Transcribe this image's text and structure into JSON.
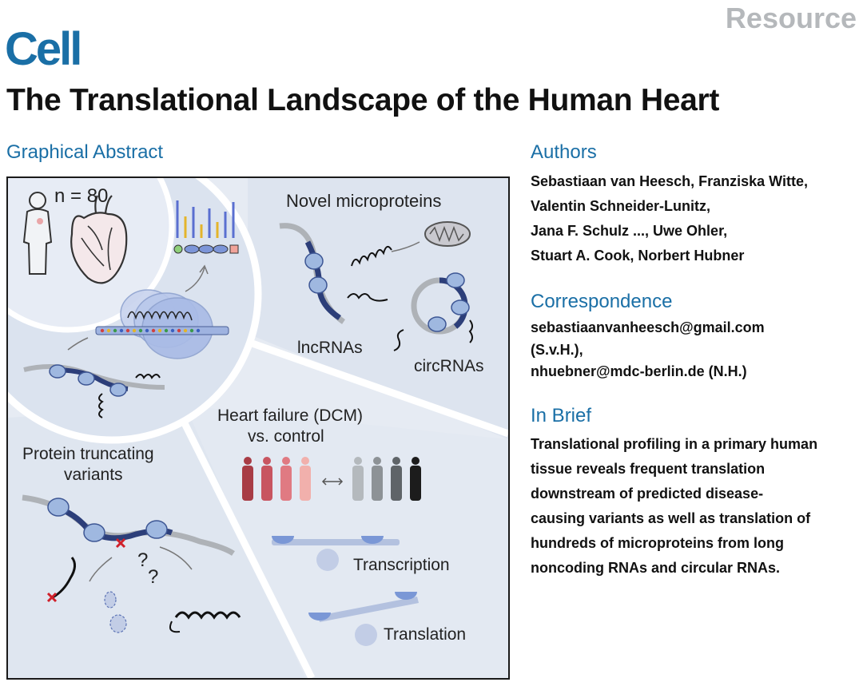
{
  "header": {
    "resource_label": "Resource",
    "journal_logo": "Cell",
    "title": "The Translational Landscape of the Human Heart"
  },
  "graphical_abstract": {
    "heading": "Graphical Abstract",
    "n_label": "n = 80",
    "novel_label": "Novel microproteins",
    "lncrna_label": "lncRNAs",
    "circrna_label": "circRNAs",
    "ptv_label_line1": "Protein truncating",
    "ptv_label_line2": "variants",
    "hf_label_line1": "Heart failure (DCM)",
    "hf_label_line2": "vs. control",
    "transcription_label": "Transcription",
    "translation_label": "Translation",
    "question_marks": "?",
    "colors": {
      "accent_blue": "#1a6fa6",
      "ribosome": "#9fb8e0",
      "mrna_dark": "#2c3e79",
      "dcm_red": "#a83c45",
      "control_gray": "#6f7478",
      "stop_red": "#d0202a"
    }
  },
  "authors": {
    "heading": "Authors",
    "text": "Sebastiaan van Heesch, Franziska Witte,\nValentin Schneider-Lunitz,\nJana F. Schulz ..., Uwe Ohler,\nStuart A. Cook, Norbert Hubner"
  },
  "correspondence": {
    "heading": "Correspondence",
    "line1": "sebastiaanvanheesch@gmail.com",
    "line2": "(S.v.H.),",
    "line3": "nhuebner@mdc-berlin.de (N.H.)"
  },
  "in_brief": {
    "heading": "In Brief",
    "text": "Translational profiling in a primary human\ntissue reveals frequent translation\ndownstream of predicted disease-\ncausing variants as well as translation of\nhundreds of microproteins from long\nnoncoding RNAs and circular RNAs."
  }
}
